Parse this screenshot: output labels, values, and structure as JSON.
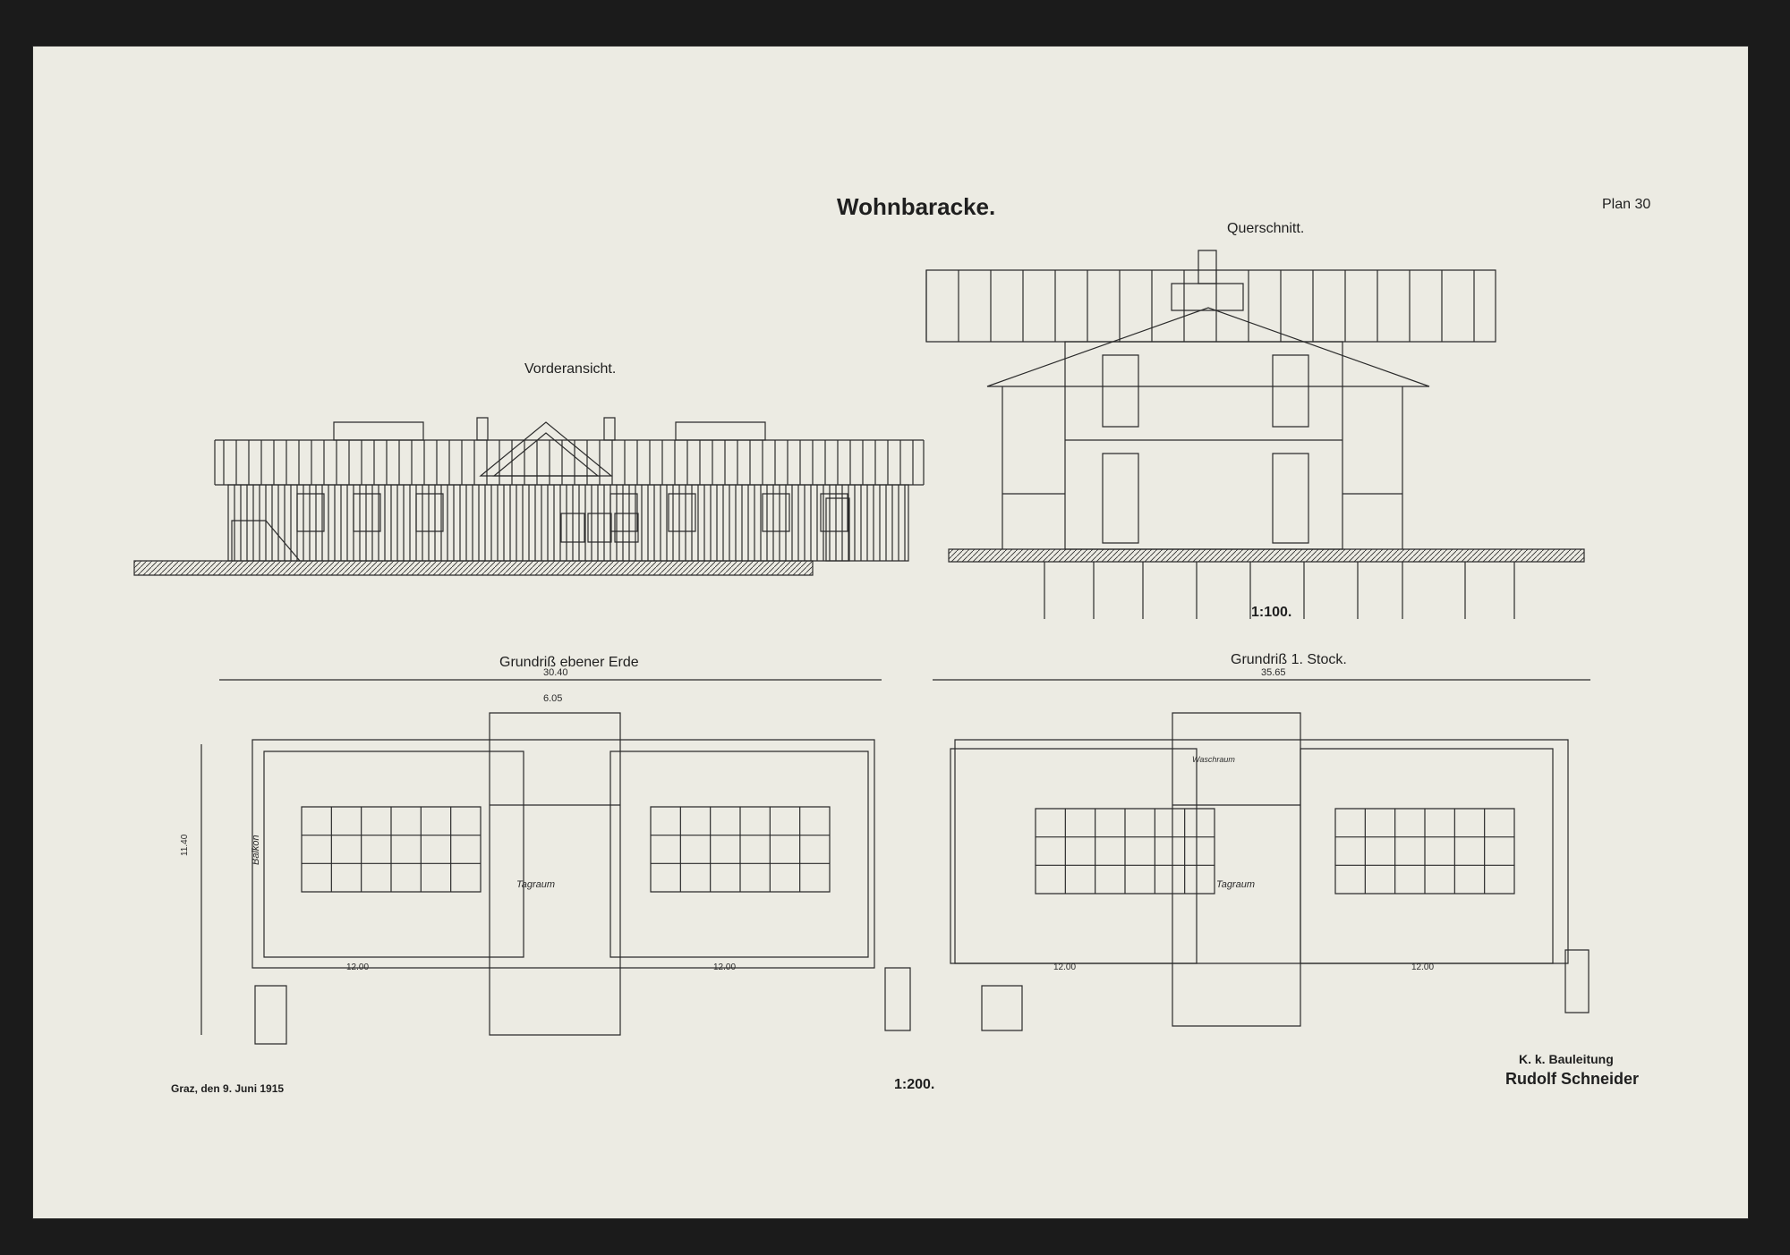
{
  "sheet": {
    "title": "Wohnbaracke.",
    "plan_number": "Plan 30",
    "scale_upper": "1:100.",
    "scale_lower": "1:200.",
    "place_date": "Graz, den 9. Juni 1915",
    "office": "K. k. Bauleitung",
    "signatory": "Rudolf Schneider"
  },
  "views": {
    "front": "Vorderansicht.",
    "section": "Querschnitt.",
    "ground_floor": "Grundriß ebener Erde",
    "first_floor": "Grundriß 1. Stock."
  },
  "dims": {
    "ground_total": "30.40",
    "first_total": "35.65",
    "center_width": "6.05",
    "wing_length": "12.00",
    "depth": "11.40"
  },
  "rooms": {
    "day_room": "Tagraum",
    "wash_room": "Waschraum",
    "balcony": "Balkon"
  },
  "colors": {
    "paper": "#ecebe3",
    "ink": "#2b2b2b",
    "backdrop": "#1b1b1b"
  }
}
